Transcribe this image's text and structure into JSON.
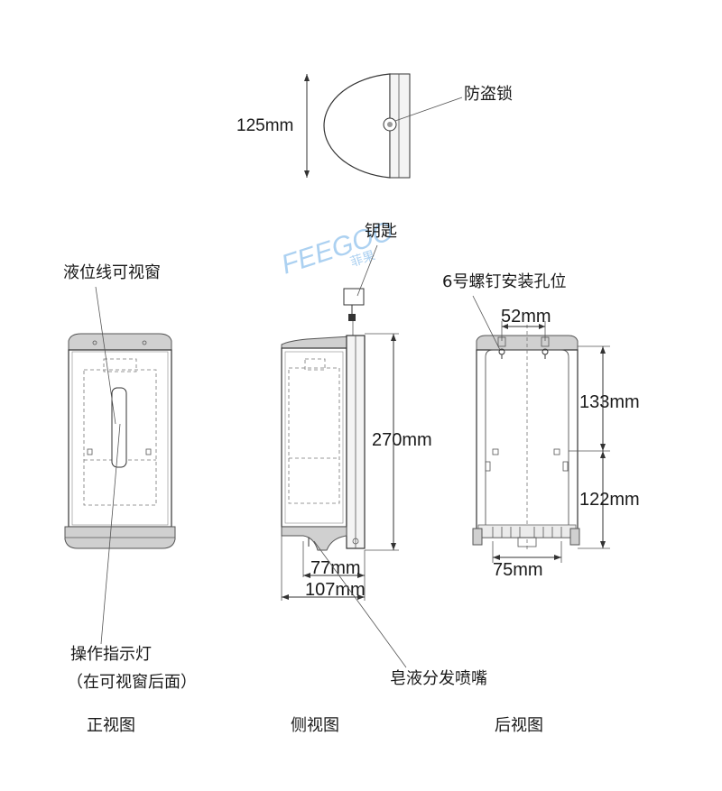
{
  "watermark": {
    "brand": "FEEGOO",
    "brand_cn": "菲果"
  },
  "top_view": {
    "dim_width": "125mm",
    "label_lock": "防盗锁"
  },
  "front_view": {
    "title": "正视图",
    "label_window": "液位线可视窗",
    "label_indicator": "操作指示灯",
    "label_indicator_note": "（在可视窗后面）"
  },
  "side_view": {
    "title": "侧视图",
    "label_key": "钥匙",
    "dim_height": "270mm",
    "dim_depth_inner": "77mm",
    "dim_depth_outer": "107mm",
    "label_nozzle": "皂液分发喷嘴"
  },
  "back_view": {
    "title": "后视图",
    "label_screw": "6号螺钉安装孔位",
    "dim_top": "52mm",
    "dim_upper": "133mm",
    "dim_lower": "122mm",
    "dim_bottom": "75mm"
  },
  "colors": {
    "line": "#333333",
    "fill": "#d0d0d0",
    "watermark": "#9ec9ef"
  }
}
